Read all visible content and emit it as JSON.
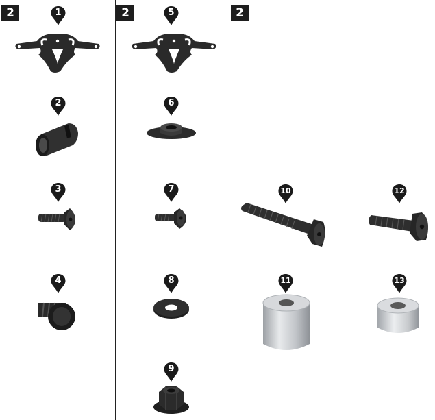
{
  "columns": [
    {
      "badge": "2"
    },
    {
      "badge": "2"
    },
    {
      "badge": "2"
    }
  ],
  "parts": [
    {
      "number": "1",
      "icon": "mounting-bracket-icon"
    },
    {
      "number": "2",
      "icon": "sleeve-bushing-icon"
    },
    {
      "number": "3",
      "icon": "countersunk-bolt-icon"
    },
    {
      "number": "4",
      "icon": "tube-end-plug-icon"
    },
    {
      "number": "5",
      "icon": "mounting-bracket-icon"
    },
    {
      "number": "6",
      "icon": "flanged-washer-icon"
    },
    {
      "number": "7",
      "icon": "countersunk-bolt-icon"
    },
    {
      "number": "8",
      "icon": "flat-washer-icon"
    },
    {
      "number": "9",
      "icon": "flange-nut-icon"
    },
    {
      "number": "10",
      "icon": "long-countersunk-bolt-icon"
    },
    {
      "number": "11",
      "icon": "tall-spacer-icon"
    },
    {
      "number": "12",
      "icon": "countersunk-bolt-icon"
    },
    {
      "number": "13",
      "icon": "short-spacer-icon"
    }
  ],
  "colors": {
    "badge": "#1e1e1e",
    "pin": "#1a1a1a",
    "metal_dark": "#2a2a2a",
    "metal_silver": "#cfd2d6"
  }
}
